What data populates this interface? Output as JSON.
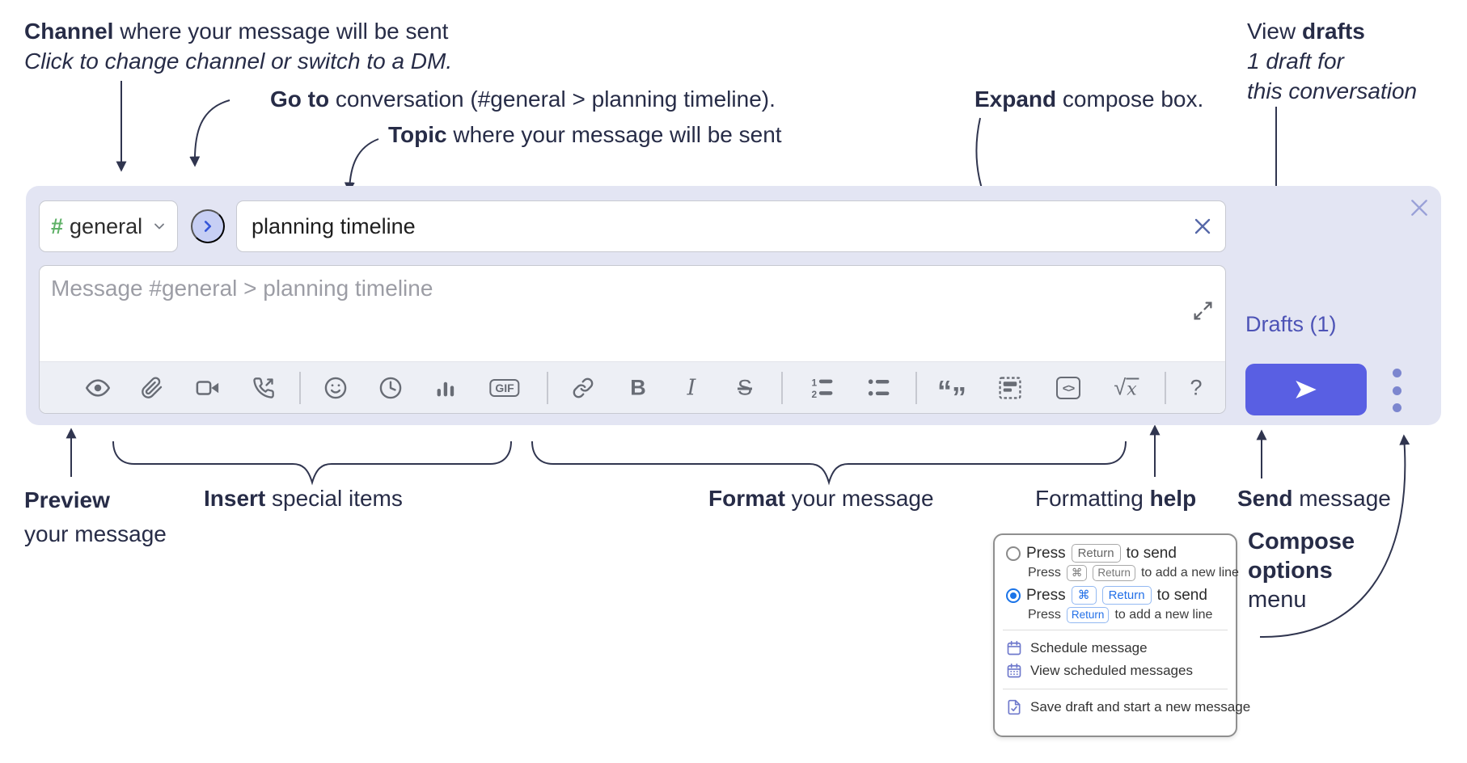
{
  "annotations": {
    "channel": {
      "bold": "Channel",
      "rest": " where your message will be sent",
      "line2_italic": "Click to change channel or switch to a DM."
    },
    "go_to": {
      "bold": "Go to",
      "rest": " conversation (#general > planning timeline)."
    },
    "topic": {
      "bold": "Topic",
      "rest": " where your message will be sent"
    },
    "view_drafts": {
      "pre": "View ",
      "bold": "drafts",
      "line2_italic": "1 draft for",
      "line3_italic": "this conversation"
    },
    "expand": {
      "bold": "Expand",
      "rest": " compose box."
    },
    "preview": {
      "bold": "Preview",
      "line2": "your message"
    },
    "insert": {
      "bold": "Insert",
      "rest": " special items"
    },
    "format": {
      "bold": "Format",
      "rest": " your message"
    },
    "formatting_help": {
      "pre": "Formatting ",
      "bold": "help"
    },
    "send": {
      "bold": "Send",
      "rest": " message"
    },
    "compose_options": {
      "line1_bold": "Compose",
      "line2_bold": "options",
      "line3": "menu"
    }
  },
  "compose": {
    "channel": {
      "hash": "#",
      "name": "general"
    },
    "topic_value": "planning timeline",
    "message_placeholder": "Message #general > planning timeline",
    "drafts_link": "Drafts (1)",
    "toolbar_icon_names": [
      "preview",
      "attach-file",
      "start-video-call",
      "start-voice-call",
      "emoji",
      "global-time",
      "poll",
      "gif",
      "link",
      "bold",
      "italic",
      "strikethrough",
      "numbered-list",
      "bulleted-list",
      "quote",
      "spoiler",
      "code",
      "math",
      "help"
    ],
    "toolbar": {
      "gif": "GIF",
      "bold": "B",
      "italic": "I",
      "strike": "S",
      "quote_open": "“",
      "quote_close": "”",
      "sqrt": "√",
      "math_x": "x",
      "help": "?"
    }
  },
  "menu": {
    "press": "Press",
    "key_return": "Return",
    "key_cmd": "⌘",
    "to_send": "to send",
    "to_add_new_line": "to add a new line",
    "items": {
      "schedule": "Schedule message",
      "view_scheduled": "View scheduled messages",
      "save_draft": "Save draft and start a new message"
    }
  },
  "colors": {
    "compose_bg": "#e3e5f3",
    "send_button": "#595fe3",
    "drafts_link": "#4d53b6",
    "hash_green": "#5fb167",
    "go_chevron": "#3556d8",
    "radio_blue": "#1a73e8",
    "menu_icon_purple": "#6f79cc",
    "annotation_text": "#272c47"
  }
}
